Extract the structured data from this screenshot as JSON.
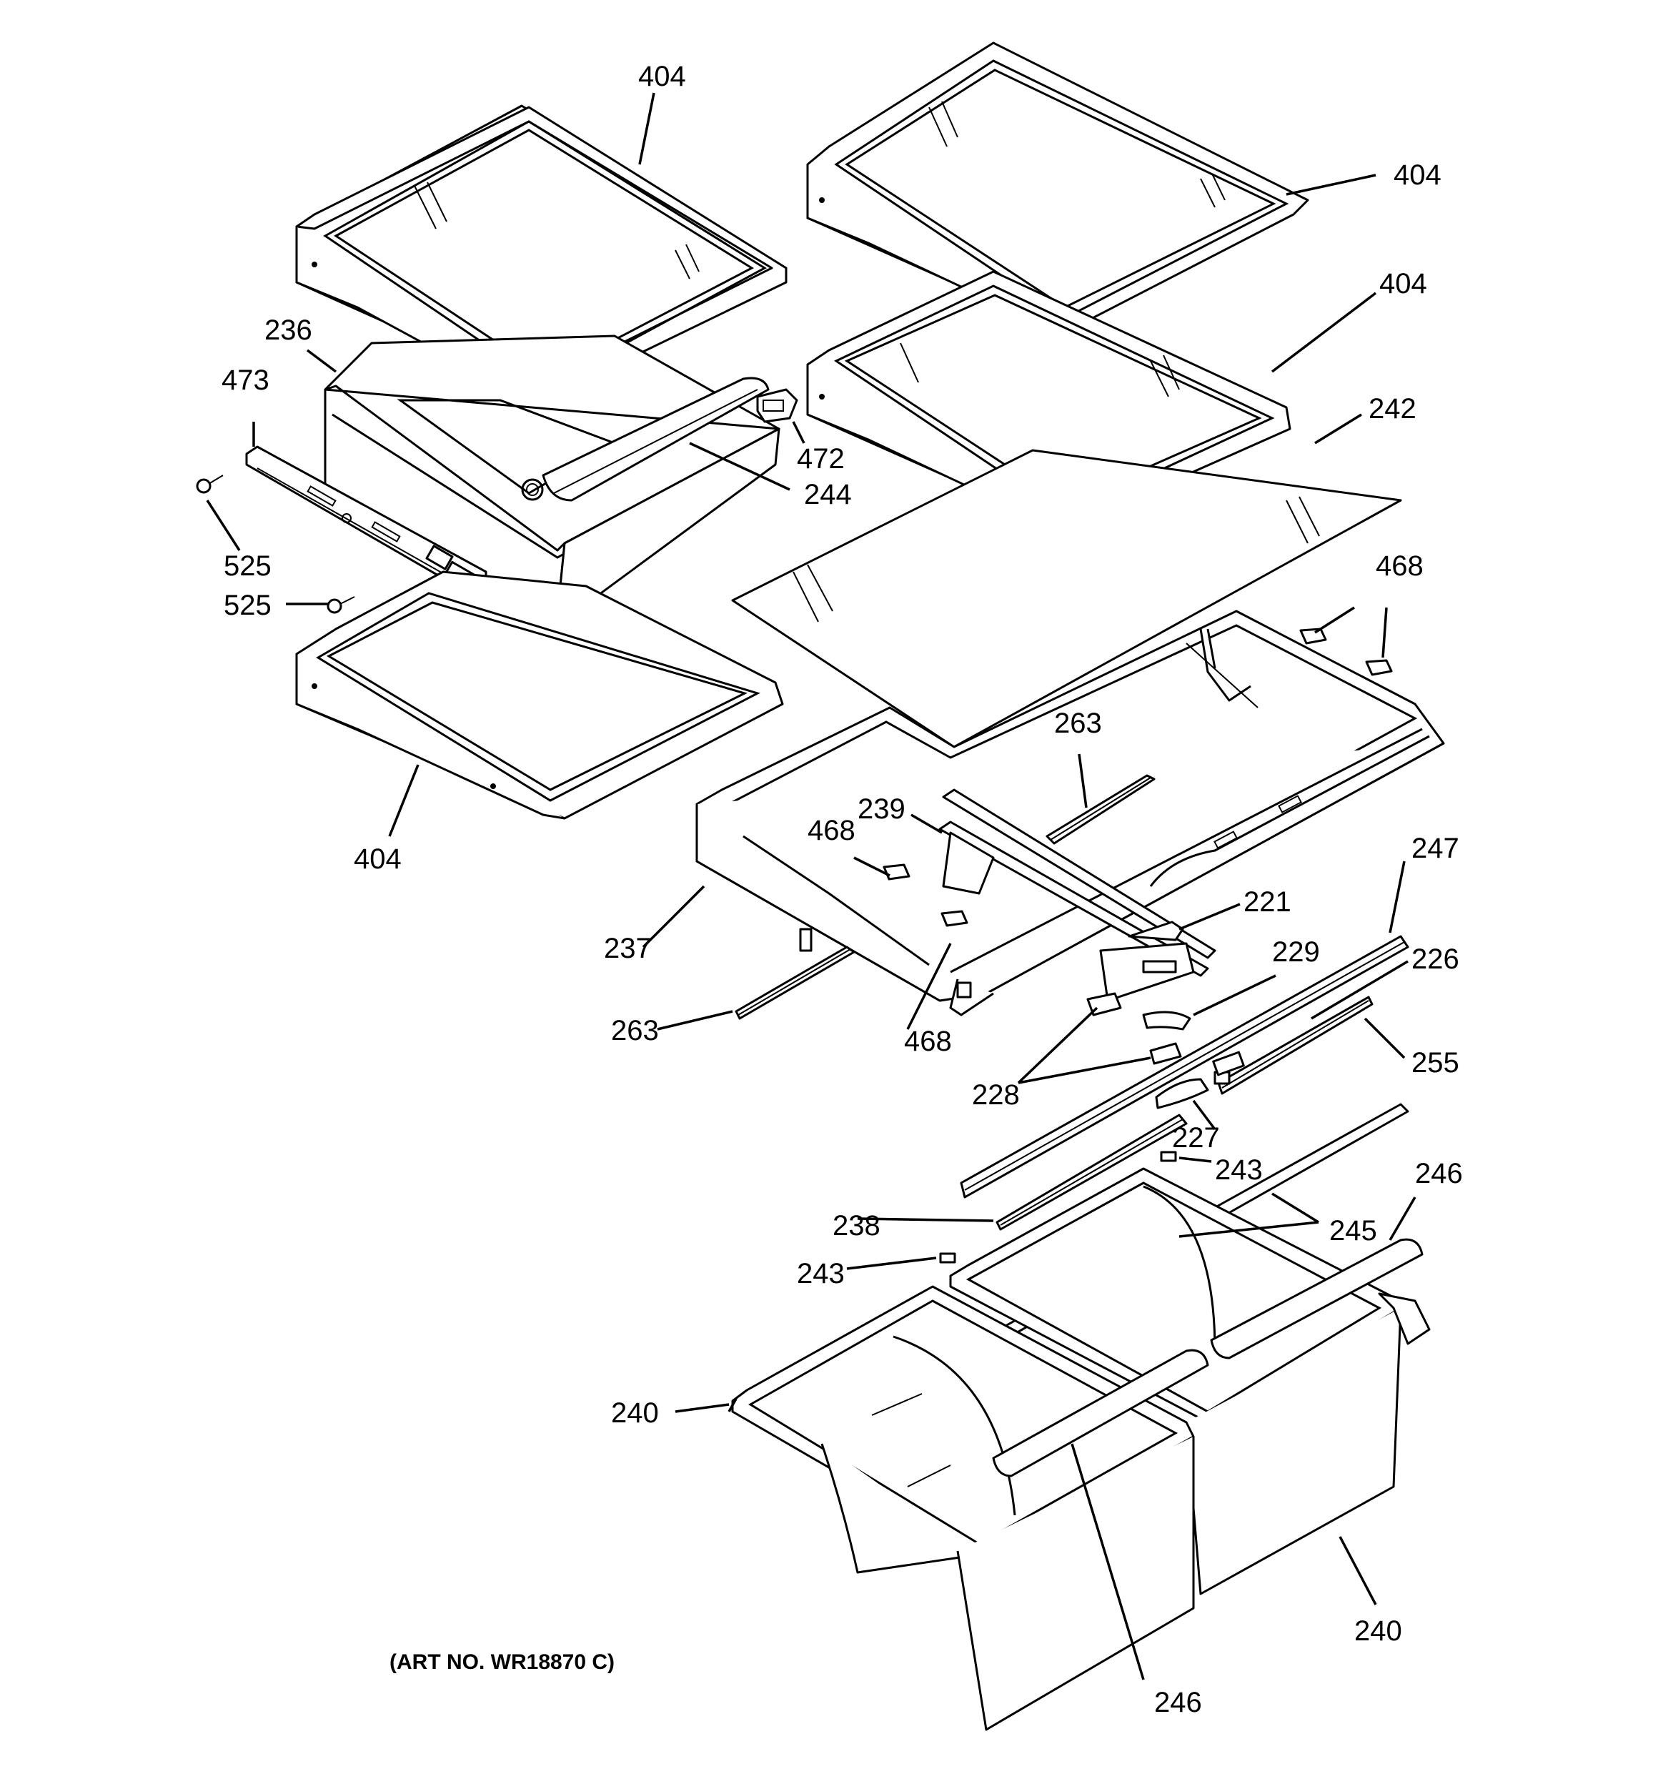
{
  "diagram": {
    "art_number": "(ART NO. WR18870 C)",
    "callouts": {
      "shelf_top_left": "404",
      "shelf_top_right": "404",
      "shelf_mid_right": "404",
      "shelf_bottom_left": "404",
      "drawer_pan": "236",
      "drawer_rail": "473",
      "screw_upper": "525",
      "screw_lower": "525",
      "drawer_bracket": "472",
      "drawer_cover": "244",
      "glass_cover": "242",
      "cap_right": "468",
      "cap_center": "468",
      "cap_lower": "468",
      "rail_upper": "263",
      "rail_lower": "263",
      "frame_part": "239",
      "crisper_frame": "237",
      "slide": "221",
      "trim_front": "247",
      "lever": "229",
      "bracket_right": "226",
      "guide_right": "255",
      "bearing": "228",
      "control_knob": "227",
      "stop_upper": "243",
      "stop_lower": "243",
      "guide_left": "238",
      "slide_pair": "245",
      "handle_right": "246",
      "handle_front": "246",
      "pan_left": "240",
      "pan_right": "240"
    }
  }
}
